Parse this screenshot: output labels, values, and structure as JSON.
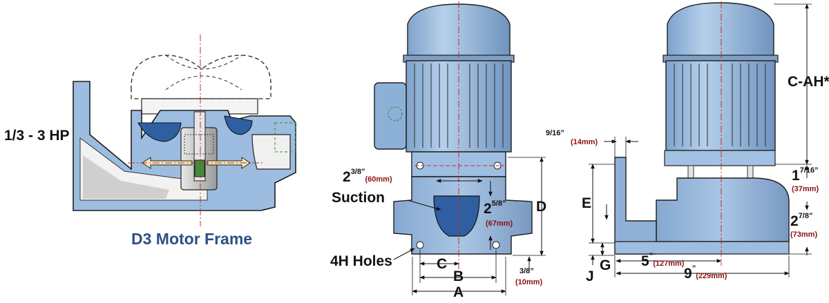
{
  "left_view": {
    "hp_label": "1/3 - 3 HP",
    "frame_label": "D3 Motor Frame"
  },
  "front_view": {
    "suction_label": "Suction",
    "holes_label": "4H Holes",
    "dim_suction_width": {
      "whole": "2",
      "frac": "3/8",
      "inch": "”",
      "mm": "(60mm)"
    },
    "dim_suction_height": {
      "whole": "2",
      "frac": "5/8",
      "inch": "”",
      "mm": "(67mm)"
    },
    "dim_bottom": {
      "frac": "3/8",
      "inch": "”",
      "mm": "(10mm)"
    },
    "letters": {
      "a": "A",
      "b": "B",
      "c": "C",
      "d": "D"
    }
  },
  "side_view": {
    "overall_height_label": "C-AH*",
    "dim_flange": {
      "frac": "9/16",
      "inch": "”",
      "mm": "(14mm)"
    },
    "dim_top_gap": {
      "whole": "1",
      "frac": "7/16",
      "inch": "”",
      "mm": "(37mm)"
    },
    "dim_outlet": {
      "whole": "2",
      "frac": "7/8",
      "inch": "”",
      "mm": "(73mm)"
    },
    "dim_five": {
      "whole": "5",
      "inch": "”",
      "mm": "(127mm)"
    },
    "dim_nine": {
      "whole": "9",
      "inch": "”",
      "mm": "(229mm)"
    },
    "letters": {
      "e": "E",
      "g": "G",
      "j": "J"
    }
  },
  "colors": {
    "body_blue": "#8fb1d6",
    "dark_blue": "#2f5fa0",
    "outline": "#1d1d1d",
    "centerline": "#c0302a",
    "title_blue": "#2f4f86",
    "mm_red": "#8a1010"
  }
}
